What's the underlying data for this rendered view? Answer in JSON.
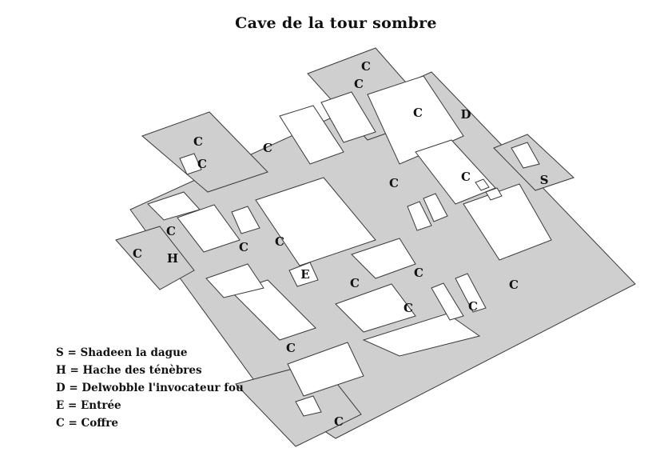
{
  "map_title": "Cave de la tour sombre",
  "marker_glyphs": {
    "chest": "C",
    "entrance": "E",
    "shadeen": "S",
    "hache": "H",
    "delwobble": "D"
  },
  "legend": [
    "S = Shadeen la dague",
    "H = Hache des ténèbres",
    "D = Delwobble l'invocateur fou",
    "E = Entrée",
    "C = Coffre"
  ],
  "colors": {
    "floor": "#cfcfcf",
    "wall": "#3a3a3a",
    "background": "#ffffff"
  }
}
